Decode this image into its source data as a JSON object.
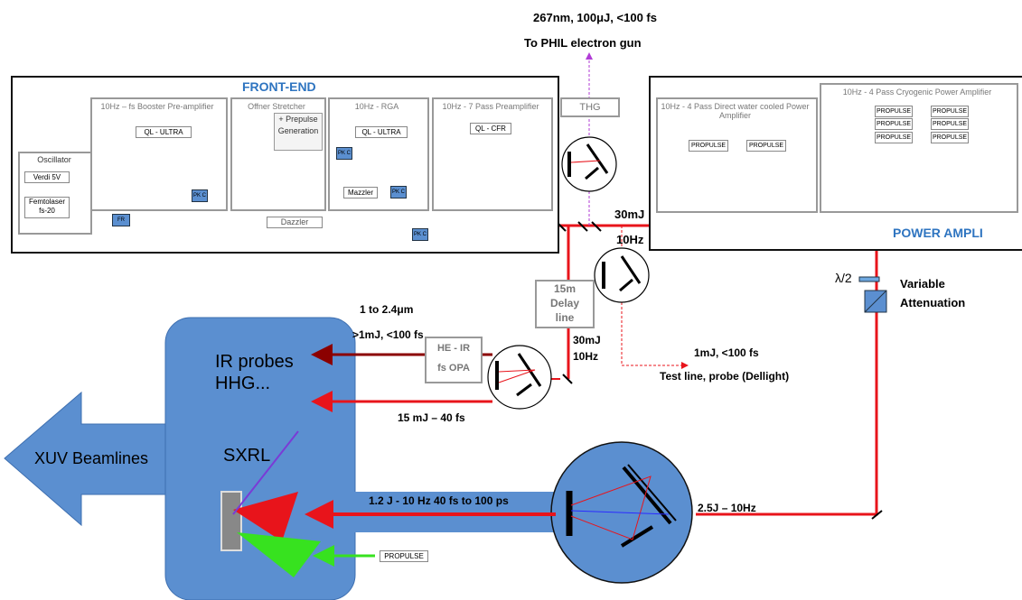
{
  "top": {
    "line1": "267nm, 100μJ, <100 fs",
    "line2": "To PHIL electron gun"
  },
  "front_end": {
    "title": "FRONT-END",
    "oscillator": {
      "title": "Oscillator",
      "verdi": "Verdi 5V",
      "femto1": "Femtolaser",
      "femto2": "fs-20",
      "fr": "FR"
    },
    "booster": {
      "title": "10Hz – fs Booster Pre-amplifier",
      "ql": "QL - ULTRA",
      "pkc": "PK C"
    },
    "stretcher": {
      "title": "Offner Stretcher",
      "prepulse1": "+ Prepulse",
      "prepulse2": "Generation"
    },
    "rga": {
      "title": "10Hz - RGA",
      "ql": "QL - ULTRA",
      "pkc": "PK C",
      "mazzler": "Mazzler"
    },
    "preamp": {
      "title": "10Hz - 7 Pass Preamplifier",
      "ql": "QL - CFR",
      "pkc": "PK C"
    },
    "dazzler": "Dazzler",
    "thg": "THG"
  },
  "power": {
    "title": "POWER AMPLI",
    "direct": {
      "title1": "10Hz - 4 Pass Direct water cooled Power",
      "title2": "Amplifier",
      "p1": "PROPULSE",
      "p2": "PROPULSE"
    },
    "cryo": {
      "title": "10Hz - 4 Pass Cryogenic Power Amplifier",
      "p": [
        "PROPULSE",
        "PROPULSE",
        "PROPULSE",
        "PROPULSE",
        "PROPULSE",
        "PROPULSE"
      ]
    }
  },
  "labels": {
    "e30mj_top": "30mJ",
    "hz10_top": "10Hz",
    "delay1": "15m",
    "delay2": "Delay",
    "delay3": "line",
    "lambda": "λ/2",
    "variable": "Variable",
    "attenuation": "Attenuation",
    "ir_range": "1 to 2.4μm",
    "ir_energy": ">1mJ, <100 fs",
    "he_ir1": "HE - IR",
    "he_ir2": "fs OPA",
    "e30mj_mid": "30mJ",
    "hz10_mid": "10Hz",
    "test1": "1mJ, <100 fs",
    "test2": "Test line, probe (Dellight)",
    "beam_15mj": "15 mJ – 40 fs",
    "beam_main": "1.2 J - 10 Hz  40 fs to 100 ps",
    "beam_25j": "2.5J – 10Hz",
    "propulse_bottom": "PROPULSE"
  },
  "chamber": {
    "ir1": "IR probes",
    "ir2": "HHG...",
    "sxrl": "SXRL"
  },
  "xuv": "XUV Beamlines",
  "colors": {
    "beam": "#e8141b",
    "pump": "#37e21f",
    "chamber": "#5b8fd0",
    "uv": "#b13bd6",
    "ir": "#8b0000"
  }
}
